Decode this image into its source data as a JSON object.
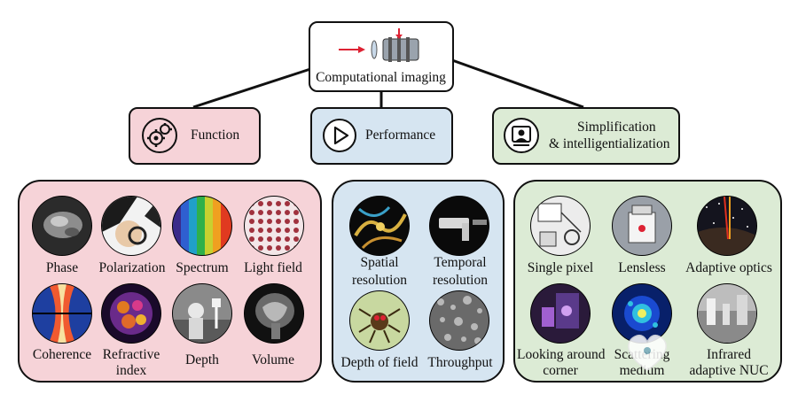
{
  "root": {
    "title": "Computational imaging",
    "icon": "lens-optics-icon"
  },
  "categories": {
    "function": {
      "title": "Function",
      "icon": "gears-icon",
      "color": "#f6d3d8",
      "items": [
        "Phase",
        "Polarization",
        "Spectrum",
        "Light field",
        "Coherence",
        "Refractive index",
        "Depth",
        "Volume"
      ]
    },
    "performance": {
      "title": "Performance",
      "icon": "play-circle-icon",
      "color": "#d6e5f1",
      "items": [
        "Spatial resolution",
        "Temporal resolution",
        "Depth of field",
        "Throughput"
      ]
    },
    "simplification": {
      "title_line1": "Simplification",
      "title_line2": "& intelligentialization",
      "icon": "person-screen-icon",
      "color": "#dcebd5",
      "items": [
        "Single pixel",
        "Lensless",
        "Adaptive optics",
        "Looking around corner",
        "Scattering medium",
        "Infrared adaptive NUC"
      ]
    }
  },
  "watermark": {
    "icon": "heart-logo-icon"
  }
}
